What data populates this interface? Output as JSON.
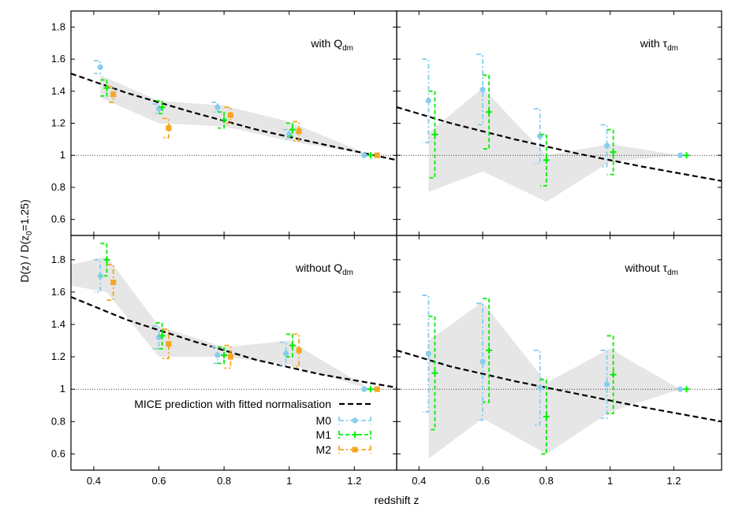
{
  "ylabel": "D(z) / D(z0=1.25)",
  "ylabel_parts": {
    "main": "D(z) / D(z",
    "sub": "0",
    "tail": "=1.25)"
  },
  "xlabel": "redshift z",
  "legend": [
    {
      "name": "MICE prediction with fitted normalisation",
      "key": "mice"
    },
    {
      "name": "M0",
      "key": "M0"
    },
    {
      "name": "M1",
      "key": "M1"
    },
    {
      "name": "M2",
      "key": "M2"
    }
  ],
  "colors": {
    "M0": "#87ceeb",
    "M1": "#00ee00",
    "M2": "#f5a623",
    "band": "#e6e6e6",
    "model": "#000000"
  },
  "chart_data": [
    {
      "type": "scatter",
      "panel": "top-left",
      "title": "with Qdm",
      "title_parts": {
        "main": "with Q",
        "sub": "dm"
      },
      "xlim": [
        0.33,
        1.33
      ],
      "ylim": [
        0.5,
        1.9
      ],
      "xticks": [
        "0.4",
        "0.6",
        "0.8",
        "1",
        "1.2"
      ],
      "yticks": [
        "0.6",
        "0.8",
        "1",
        "1.2",
        "1.4",
        "1.6",
        "1.8"
      ],
      "reference_y": 1.0,
      "model_curve": {
        "x": [
          0.33,
          0.5,
          0.7,
          0.9,
          1.1,
          1.33
        ],
        "y": [
          1.51,
          1.39,
          1.27,
          1.16,
          1.07,
          0.97
        ]
      },
      "band": {
        "x": [
          0.42,
          0.6,
          0.8,
          1.0,
          1.25
        ],
        "lower": [
          1.36,
          1.2,
          1.18,
          1.09,
          1.0
        ],
        "upper": [
          1.5,
          1.34,
          1.31,
          1.21,
          1.0
        ]
      },
      "series": [
        {
          "name": "M0",
          "x": [
            0.42,
            0.6,
            0.78,
            1.0,
            1.23
          ],
          "y": [
            1.55,
            1.29,
            1.3,
            1.13,
            1.0
          ],
          "err": [
            0.04,
            0.03,
            0.03,
            0.03,
            0.0
          ]
        },
        {
          "name": "M1",
          "x": [
            0.44,
            0.61,
            0.8,
            1.01,
            1.25
          ],
          "y": [
            1.42,
            1.3,
            1.22,
            1.16,
            1.0
          ],
          "err": [
            0.05,
            0.04,
            0.05,
            0.04,
            0.0
          ]
        },
        {
          "name": "M2",
          "x": [
            0.46,
            0.63,
            0.82,
            1.03,
            1.27
          ],
          "y": [
            1.38,
            1.17,
            1.25,
            1.15,
            1.0
          ],
          "err": [
            0.05,
            0.06,
            0.05,
            0.06,
            0.0
          ]
        }
      ]
    },
    {
      "type": "scatter",
      "panel": "top-right",
      "title": "with τdm",
      "title_parts": {
        "main": "with τ",
        "sub": "dm"
      },
      "xlim": [
        0.33,
        1.35
      ],
      "ylim": [
        0.5,
        1.9
      ],
      "xticks": [
        "0.4",
        "0.6",
        "0.8",
        "1",
        "1.2"
      ],
      "yticks": [],
      "reference_y": 1.0,
      "model_curve": {
        "x": [
          0.33,
          0.5,
          0.7,
          0.9,
          1.1,
          1.35
        ],
        "y": [
          1.3,
          1.2,
          1.1,
          1.01,
          0.93,
          0.84
        ]
      },
      "band": {
        "x": [
          0.43,
          0.6,
          0.8,
          1.0,
          1.22
        ],
        "lower": [
          0.77,
          0.9,
          0.71,
          0.96,
          1.0
        ],
        "upper": [
          1.14,
          1.42,
          1.0,
          1.07,
          1.0
        ]
      },
      "series": [
        {
          "name": "M0",
          "x": [
            0.43,
            0.6,
            0.78,
            0.99,
            1.22
          ],
          "y": [
            1.34,
            1.41,
            1.12,
            1.06,
            1.0
          ],
          "err": [
            0.26,
            0.22,
            0.17,
            0.13,
            0.0
          ]
        },
        {
          "name": "M1",
          "x": [
            0.45,
            0.62,
            0.8,
            1.01,
            1.24
          ],
          "y": [
            1.13,
            1.27,
            0.97,
            1.02,
            1.0
          ],
          "err": [
            0.27,
            0.23,
            0.16,
            0.14,
            0.0
          ]
        }
      ]
    },
    {
      "type": "scatter",
      "panel": "bottom-left",
      "title": "without Qdm",
      "title_parts": {
        "main": "without Q",
        "sub": "dm"
      },
      "xlim": [
        0.33,
        1.33
      ],
      "ylim": [
        0.5,
        1.95
      ],
      "xticks": [
        "0.4",
        "0.6",
        "0.8",
        "1",
        "1.2"
      ],
      "yticks": [
        "0.6",
        "0.8",
        "1",
        "1.2",
        "1.4",
        "1.6",
        "1.8"
      ],
      "reference_y": 1.0,
      "model_curve": {
        "x": [
          0.33,
          0.5,
          0.7,
          0.9,
          1.1,
          1.33
        ],
        "y": [
          1.57,
          1.43,
          1.3,
          1.18,
          1.09,
          1.01
        ]
      },
      "band": {
        "x": [
          0.33,
          0.44,
          0.6,
          0.8,
          1.0,
          1.25
        ],
        "lower": [
          1.64,
          1.6,
          1.2,
          1.2,
          1.15,
          1.0
        ],
        "upper": [
          1.77,
          1.82,
          1.39,
          1.26,
          1.3,
          1.0
        ]
      },
      "series": [
        {
          "name": "M0",
          "x": [
            0.42,
            0.6,
            0.78,
            0.99,
            1.23
          ],
          "y": [
            1.7,
            1.32,
            1.21,
            1.22,
            1.0
          ],
          "err": [
            0.1,
            0.07,
            0.05,
            0.07,
            0.0
          ]
        },
        {
          "name": "M1",
          "x": [
            0.44,
            0.61,
            0.8,
            1.01,
            1.25
          ],
          "y": [
            1.8,
            1.33,
            1.21,
            1.27,
            1.0
          ],
          "err": [
            0.1,
            0.08,
            0.05,
            0.07,
            0.0
          ]
        },
        {
          "name": "M2",
          "x": [
            0.46,
            0.63,
            0.82,
            1.03,
            1.27
          ],
          "y": [
            1.66,
            1.28,
            1.2,
            1.24,
            1.0
          ],
          "err": [
            0.11,
            0.09,
            0.07,
            0.1,
            0.0
          ]
        }
      ]
    },
    {
      "type": "scatter",
      "panel": "bottom-right",
      "title": "without τdm",
      "title_parts": {
        "main": "without τ",
        "sub": "dm"
      },
      "xlim": [
        0.33,
        1.35
      ],
      "ylim": [
        0.5,
        1.95
      ],
      "xticks": [
        "0.4",
        "0.6",
        "0.8",
        "1",
        "1.2"
      ],
      "yticks": [],
      "reference_y": 1.0,
      "model_curve": {
        "x": [
          0.33,
          0.5,
          0.7,
          0.9,
          1.1,
          1.35
        ],
        "y": [
          1.24,
          1.14,
          1.05,
          0.97,
          0.89,
          0.8
        ]
      },
      "band": {
        "x": [
          0.43,
          0.6,
          0.8,
          1.0,
          1.22
        ],
        "lower": [
          0.57,
          0.82,
          0.6,
          0.86,
          1.0
        ],
        "upper": [
          1.3,
          1.54,
          1.04,
          1.25,
          1.0
        ]
      },
      "series": [
        {
          "name": "M0",
          "x": [
            0.43,
            0.6,
            0.78,
            0.99,
            1.22
          ],
          "y": [
            1.22,
            1.17,
            1.01,
            1.03,
            1.0
          ],
          "err": [
            0.36,
            0.36,
            0.23,
            0.21,
            0.0
          ]
        },
        {
          "name": "M1",
          "x": [
            0.45,
            0.62,
            0.8,
            1.01,
            1.24
          ],
          "y": [
            1.1,
            1.24,
            0.83,
            1.09,
            1.0
          ],
          "err": [
            0.35,
            0.32,
            0.23,
            0.24,
            0.0
          ]
        }
      ]
    }
  ]
}
